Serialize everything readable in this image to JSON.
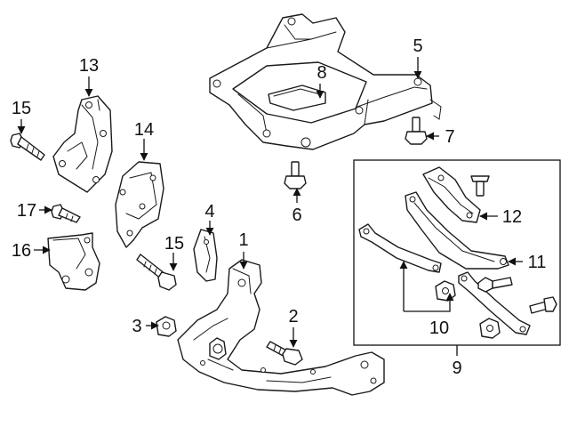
{
  "callouts": {
    "c1": "1",
    "c2": "2",
    "c3": "3",
    "c4": "4",
    "c5": "5",
    "c6": "6",
    "c7": "7",
    "c8": "8",
    "c9": "9",
    "c10": "10",
    "c11": "11",
    "c12": "12",
    "c13": "13",
    "c14": "14",
    "c15a": "15",
    "c15b": "15",
    "c16": "16",
    "c17": "17"
  },
  "colors": {
    "line": "#1a1a1a",
    "background": "#ffffff"
  }
}
